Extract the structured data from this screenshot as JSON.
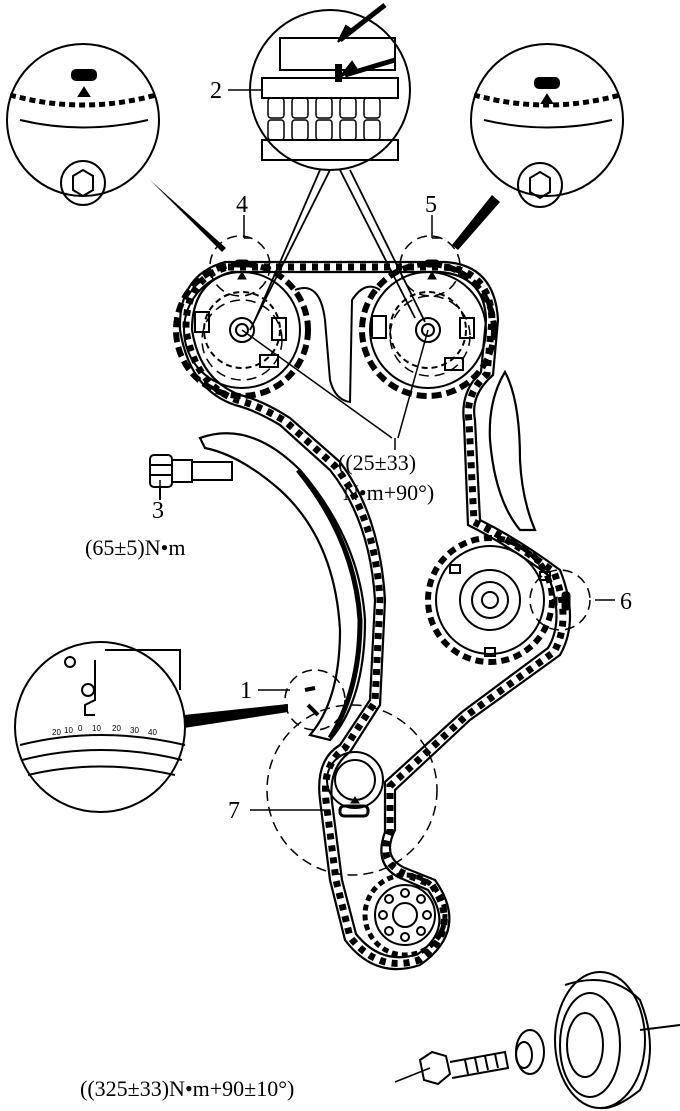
{
  "callouts": {
    "n1": "1",
    "n2": "2",
    "n3": "3",
    "n4": "4",
    "n5": "5",
    "n6": "6",
    "n7": "7"
  },
  "torques": {
    "camshaft_line1": "((25±33)",
    "camshaft_line2": "N•m+90°)",
    "tensioner": "(65±5)N•m",
    "crank_bolt": "((325±33)N•m+90±10°)"
  },
  "scale": {
    "ticks": [
      "20",
      "10",
      "0",
      "10",
      "20",
      "30",
      "40"
    ]
  }
}
